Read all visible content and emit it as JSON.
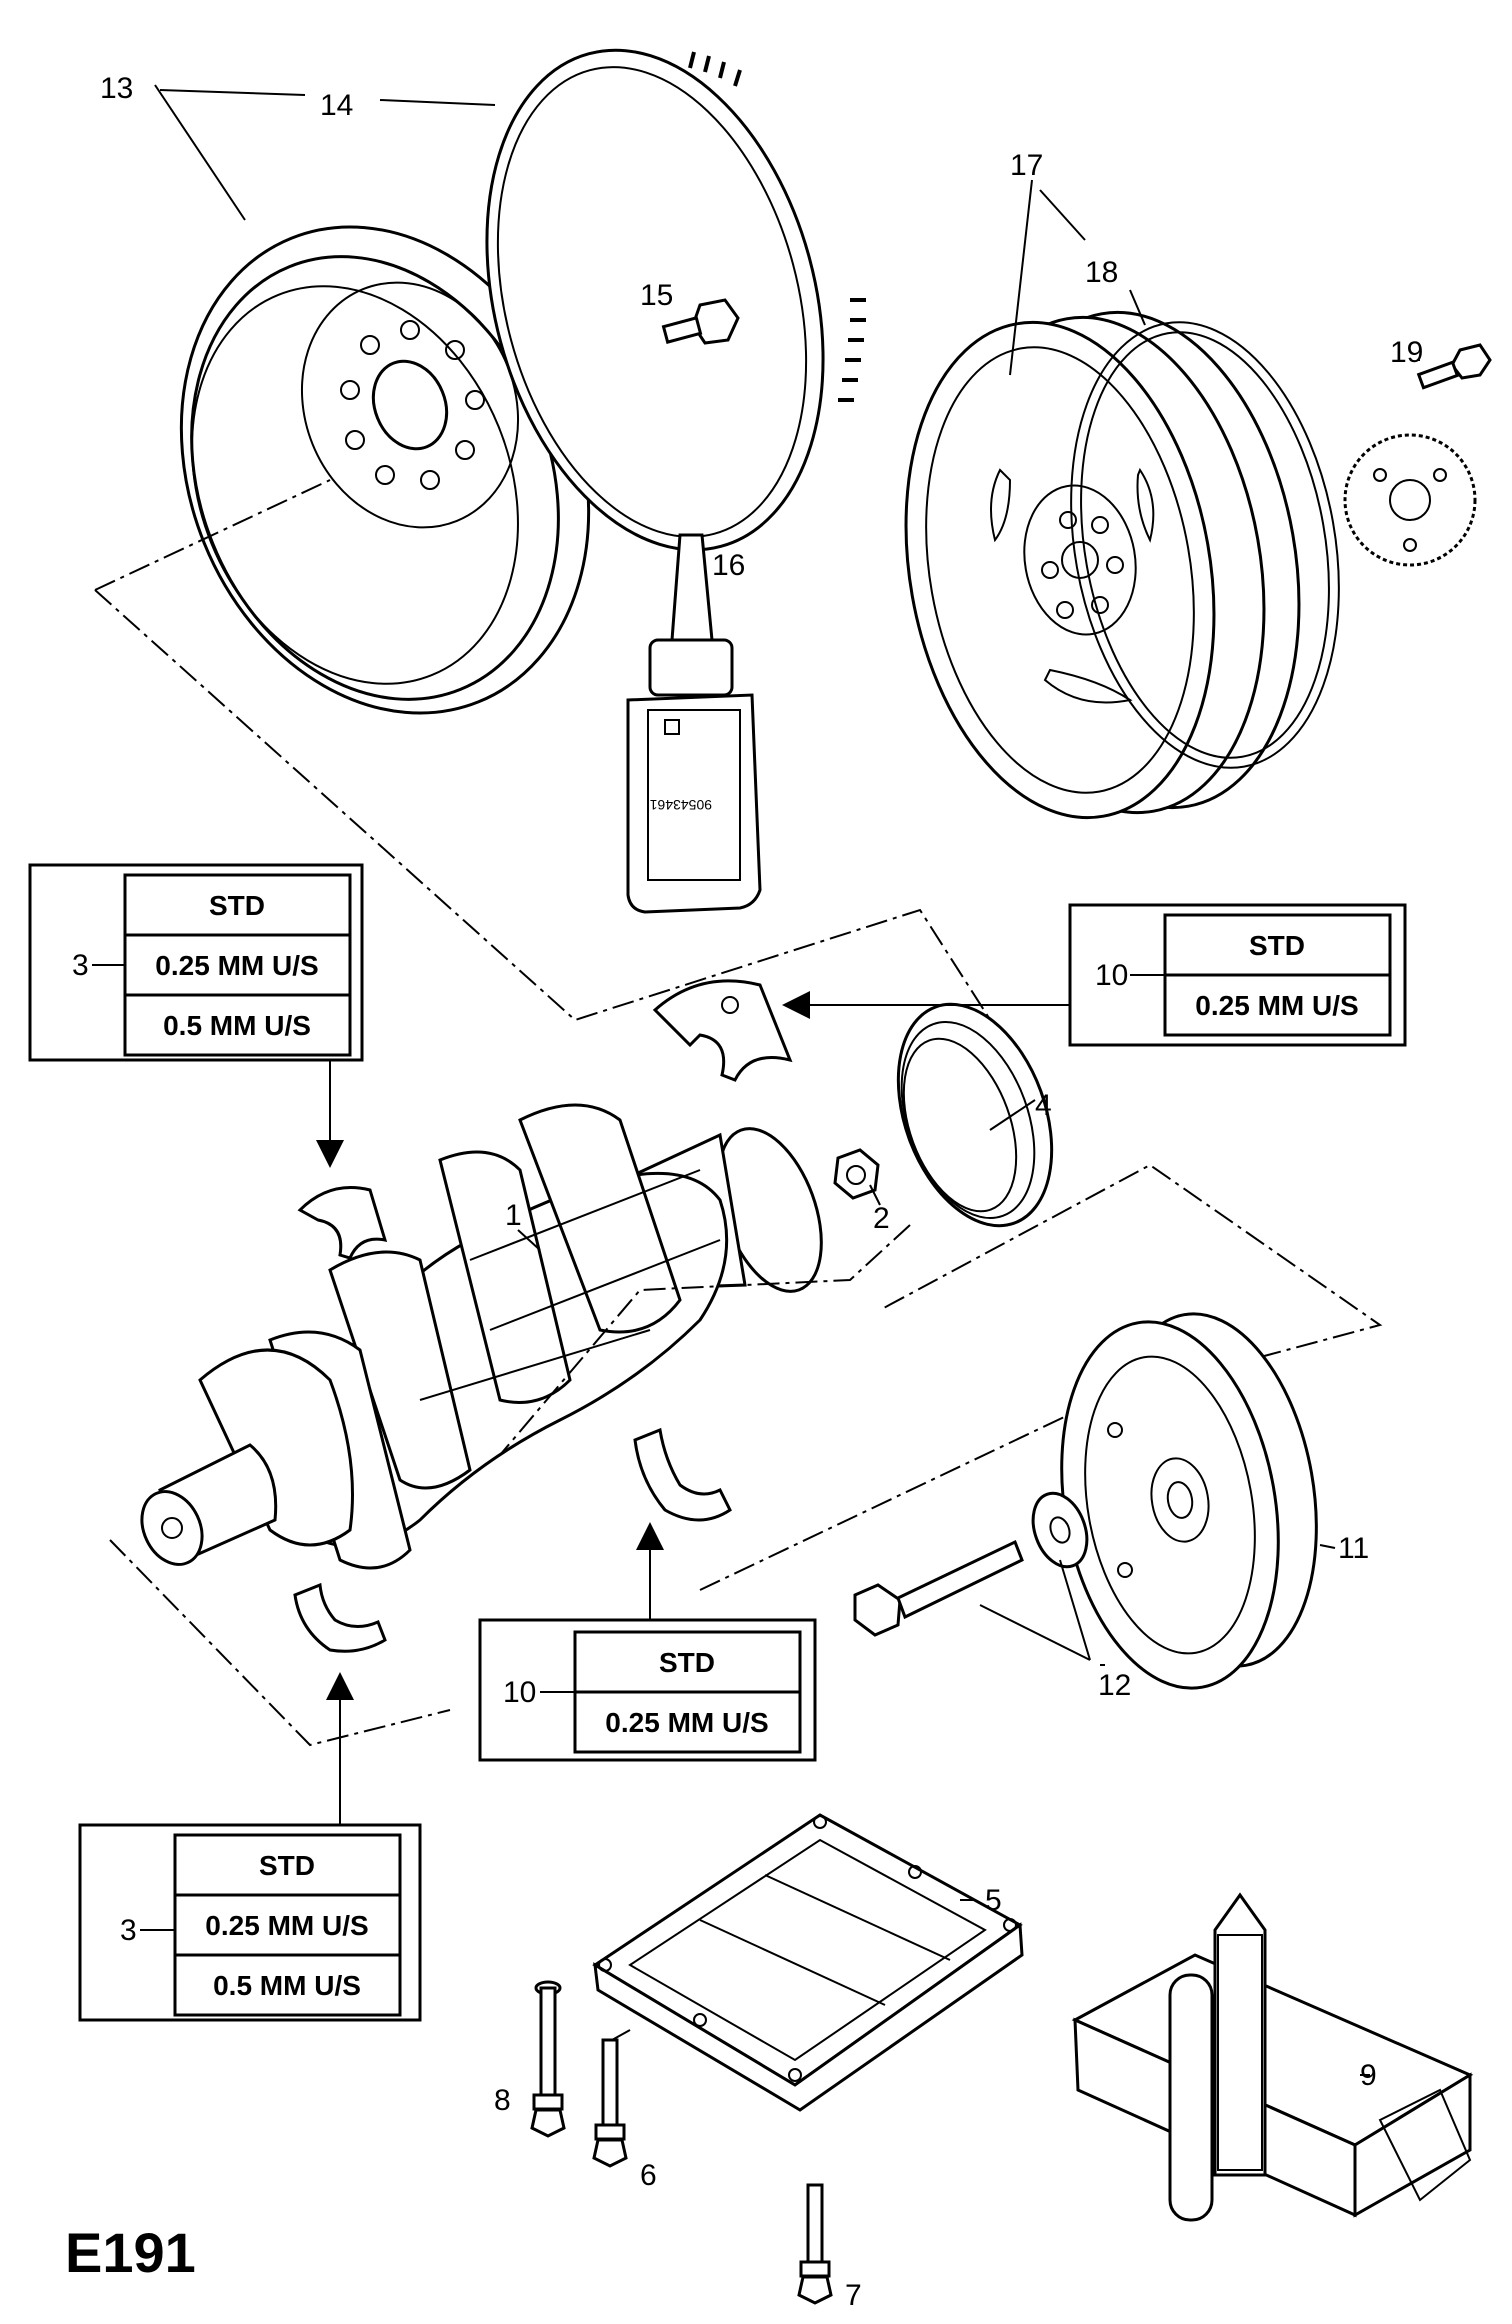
{
  "diagram_code": "E191",
  "callouts": {
    "c1": "1",
    "c2": "2",
    "c3a": "3",
    "c3b": "3",
    "c4": "4",
    "c5": "5",
    "c6": "6",
    "c7": "7",
    "c8": "8",
    "c9": "9",
    "c10a": "10",
    "c10b": "10",
    "c11": "11",
    "c12": "12",
    "c13": "13",
    "c14": "14",
    "c15": "15",
    "c16": "16",
    "c17": "17",
    "c18": "18",
    "c19": "19"
  },
  "tables": {
    "t_upper_left": {
      "rows": [
        "STD",
        "0.25  MM U/S",
        "0.5  MM U/S"
      ]
    },
    "t_upper_right": {
      "rows": [
        "STD",
        "0.25  MM U/S"
      ]
    },
    "t_middle": {
      "rows": [
        "STD",
        "0.25  MM U/S"
      ]
    },
    "t_lower_left": {
      "rows": [
        "STD",
        "0.25  MM U/S",
        "0.5  MM U/S"
      ]
    }
  },
  "bottle_label": "90543461"
}
